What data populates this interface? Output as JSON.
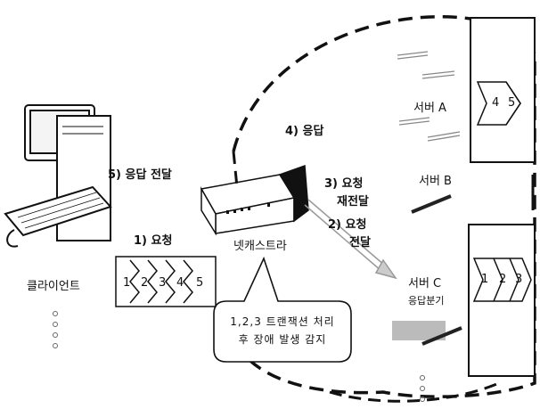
{
  "labels": {
    "client": "클라이언트",
    "netcastra": "넷캐스트라",
    "server_a": "서버 A",
    "server_b": "서버 B",
    "server_c": "서버 C",
    "response_distribute": "응답분기",
    "step1": "1) 요청",
    "step2_line1": "2) 요청",
    "step2_line2": "전달",
    "step3_line1": "3) 요청",
    "step3_line2": "재전달",
    "step4": "4) 응답",
    "step5": "5) 응답 전달"
  },
  "callout": {
    "line1": "1,2,3 트랜잭션 처리",
    "line2": "후 장애 발생 감지"
  },
  "client_queue": [
    "1",
    "2",
    "3",
    "4",
    "5"
  ],
  "server_a_queue": [
    "4",
    "5"
  ],
  "server_c_queue": [
    "1",
    "2",
    "3"
  ]
}
